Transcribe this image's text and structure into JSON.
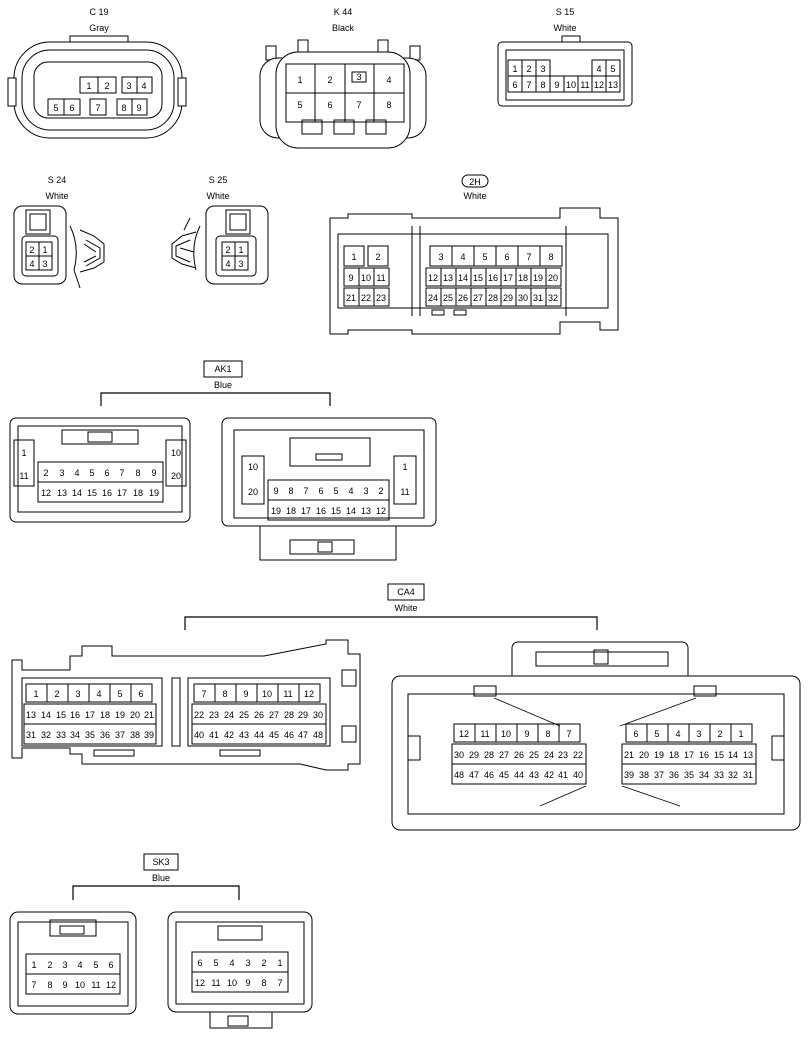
{
  "connectors": {
    "c19": {
      "code": "C 19",
      "color": "Gray"
    },
    "k44": {
      "code": "K 44",
      "color": "Black"
    },
    "s15": {
      "code": "S 15",
      "color": "White"
    },
    "s24": {
      "code": "S 24",
      "color": "White"
    },
    "s25": {
      "code": "S 25",
      "color": "White"
    },
    "h2": {
      "code": "2H",
      "color": "White"
    },
    "ak1": {
      "code": "AK1",
      "color": "Blue"
    },
    "ca4": {
      "code": "CA4",
      "color": "White"
    },
    "sk3": {
      "code": "SK3",
      "color": "Blue"
    }
  }
}
